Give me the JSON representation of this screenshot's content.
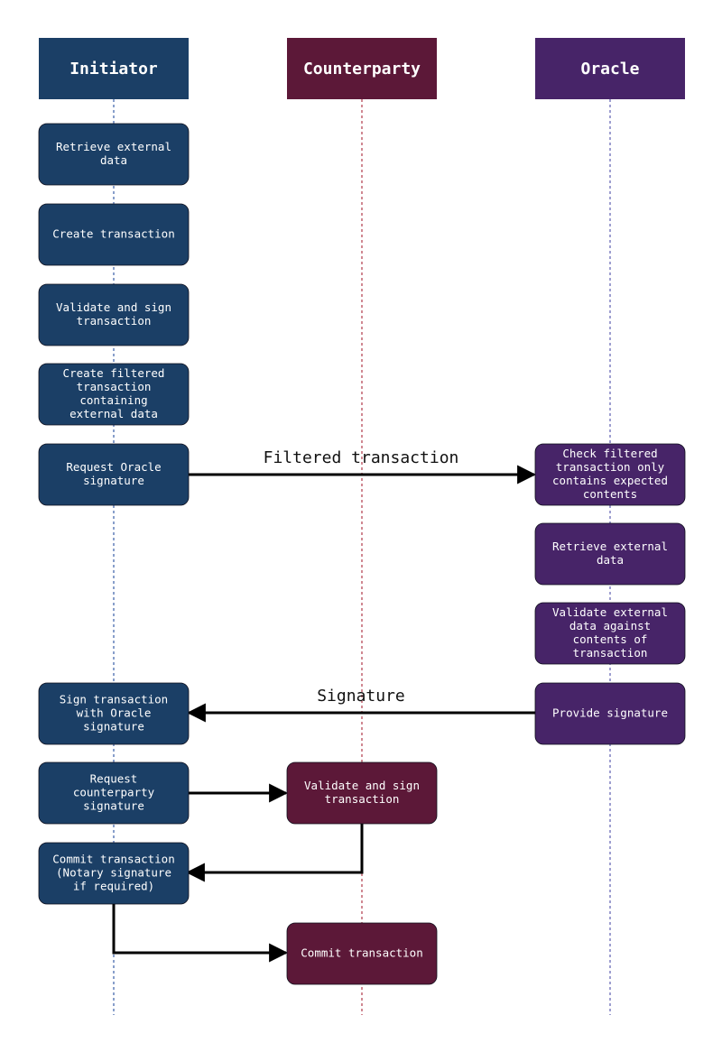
{
  "colors": {
    "initiator": "#1b3f66",
    "counterparty": "#5c1838",
    "oracle": "#472468",
    "initiator_lifeline": "#3a5fa8",
    "counterparty_lifeline": "#b03a4a",
    "oracle_lifeline": "#5d5fb0",
    "arrow": "#000000"
  },
  "lanes": {
    "initiator": {
      "title": "Initiator"
    },
    "counterparty": {
      "title": "Counterparty"
    },
    "oracle": {
      "title": "Oracle"
    }
  },
  "steps": {
    "initiator": [
      {
        "lines": [
          "Retrieve external",
          "data"
        ]
      },
      {
        "lines": [
          "Create transaction"
        ]
      },
      {
        "lines": [
          "Validate and sign",
          "transaction"
        ]
      },
      {
        "lines": [
          "Create filtered",
          "transaction",
          "containing",
          "external data"
        ]
      },
      {
        "lines": [
          "Request Oracle",
          "signature"
        ]
      },
      {
        "lines": [
          "Sign transaction",
          "with Oracle",
          "signature"
        ]
      },
      {
        "lines": [
          "Request",
          "counterparty",
          "signature"
        ]
      },
      {
        "lines": [
          "Commit transaction",
          "(Notary signature",
          "if required)"
        ]
      }
    ],
    "oracle": [
      {
        "lines": [
          "Check filtered",
          "transaction only",
          "contains expected",
          "contents"
        ]
      },
      {
        "lines": [
          "Retrieve external",
          "data"
        ]
      },
      {
        "lines": [
          "Validate external",
          "data against",
          "contents of",
          "transaction"
        ]
      },
      {
        "lines": [
          "Provide signature"
        ]
      }
    ],
    "counterparty": [
      {
        "lines": [
          "Validate and sign",
          "transaction"
        ]
      },
      {
        "lines": [
          "Commit transaction"
        ]
      }
    ]
  },
  "messages": {
    "filtered": {
      "label": "Filtered transaction"
    },
    "signature": {
      "label": "Signature"
    }
  }
}
